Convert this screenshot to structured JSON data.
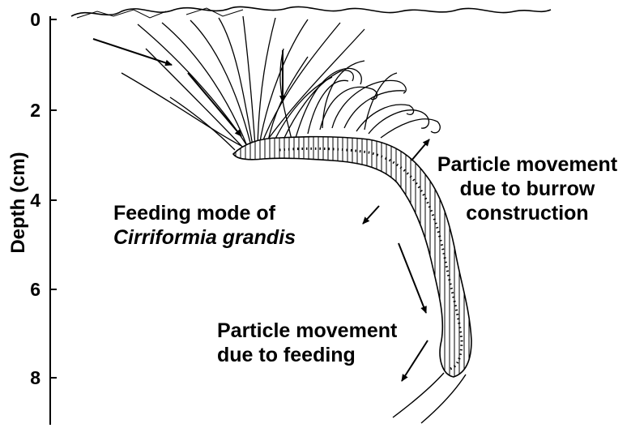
{
  "axis": {
    "title": "Depth (cm)",
    "ticks": [
      "0",
      "2",
      "4",
      "6",
      "8"
    ]
  },
  "labels": {
    "feeding_mode_line1": "Feeding mode of",
    "feeding_mode_line2": "Cirriformia grandis",
    "burrow_line1": "Particle movement",
    "burrow_line2": "due to burrow",
    "burrow_line3": "construction",
    "feeding_line1": "Particle movement",
    "feeding_line2": "due to feeding"
  },
  "colors": {
    "ink": "#000000",
    "background": "#ffffff"
  }
}
